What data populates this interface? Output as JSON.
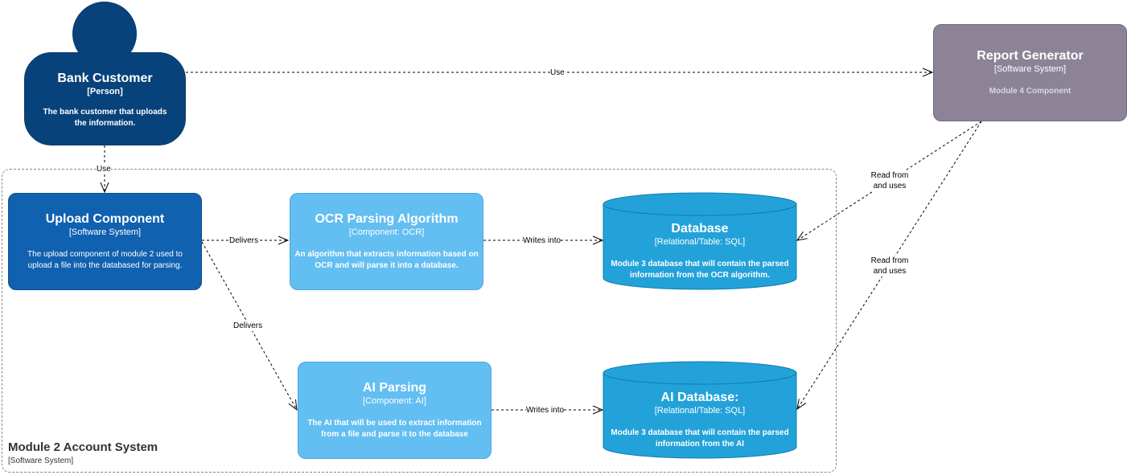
{
  "boundary": {
    "title": "Module 2 Account System",
    "type": "[Software System]"
  },
  "person": {
    "name": "Bank Customer",
    "type": "[Person]",
    "description": "The bank customer that uploads the information."
  },
  "report_generator": {
    "name": "Report Generator",
    "type": "[Software System]",
    "description": "Module 4 Component"
  },
  "upload_component": {
    "name": "Upload Component",
    "type": "[Software System]",
    "description": "The upload component of module 2 used to upload a file into the databased for parsing."
  },
  "ocr_component": {
    "name": "OCR Parsing Algorithm",
    "type": "[Component: OCR]",
    "description": "An algorithm that extracts information based on OCR and will parse it into a database."
  },
  "ai_component": {
    "name": "AI Parsing",
    "type": "[Component: AI]",
    "description": "The AI that will be used to extract information from a file and parse it to the database"
  },
  "database": {
    "name": "Database",
    "type": "[Relational/Table: SQL]",
    "description": "Module 3 database that will contain the parsed information from the OCR algorithm."
  },
  "ai_database": {
    "name": "AI Database:",
    "type": "[Relational/Table: SQL]",
    "description": "Module 3 database that will contain the parsed information from the AI"
  },
  "edges": {
    "customer_to_report": "Use",
    "customer_to_upload": "Use",
    "upload_to_ocr": "Delivers",
    "upload_to_ai": "Delivers",
    "ocr_to_db": "Writes into",
    "ai_to_aidb": "Writes into",
    "report_to_db": "Read from and uses",
    "report_to_aidb": "Read from and uses"
  },
  "colors": {
    "person": "#08427b",
    "external_system": "#8c8496",
    "software_system": "#1061b0",
    "component": "#63bef2",
    "database": "#23a2d9"
  }
}
